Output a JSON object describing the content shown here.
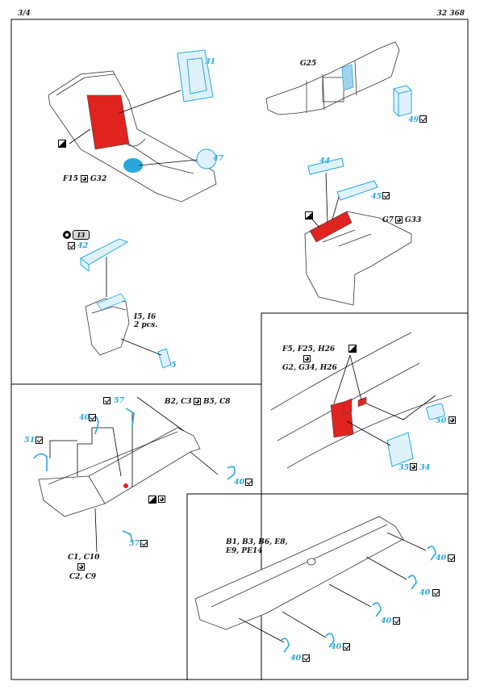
{
  "header": {
    "page": "3/4",
    "catalog": "32 368"
  },
  "parts": {
    "p31": "31",
    "p47": "47",
    "p49": "49",
    "p44": "44",
    "p45": "45",
    "p42": "42",
    "p5": "5",
    "p50": "50",
    "p35": "35",
    "p34": "34",
    "p57a": "57",
    "p57b": "57",
    "p51": "51",
    "p40a": "40",
    "p40b": "40",
    "p40c": "40",
    "p40d": "40",
    "p40e": "40",
    "p40f": "40",
    "p40g": "40"
  },
  "labels": {
    "g25": "G25",
    "f15": "F15",
    "g32": "G32",
    "g7": "G7",
    "g33": "G33",
    "i3": "I3",
    "i5i6": "I5, I6",
    "pcs": "2 pcs.",
    "f5_line1": "F5, F25, H26",
    "g2_line": "G2, G34, H26",
    "b2c3": "B2, C3",
    "b5c8": "B5, C8",
    "c1c10": "C1, C10",
    "c2c9": "C2, C9",
    "b1_line1": "B1, B3, B6, E8,",
    "b1_line2": "E9, PE14"
  },
  "colors": {
    "etch_blue": "#29a7dd",
    "paint_red": "#e0231f"
  }
}
